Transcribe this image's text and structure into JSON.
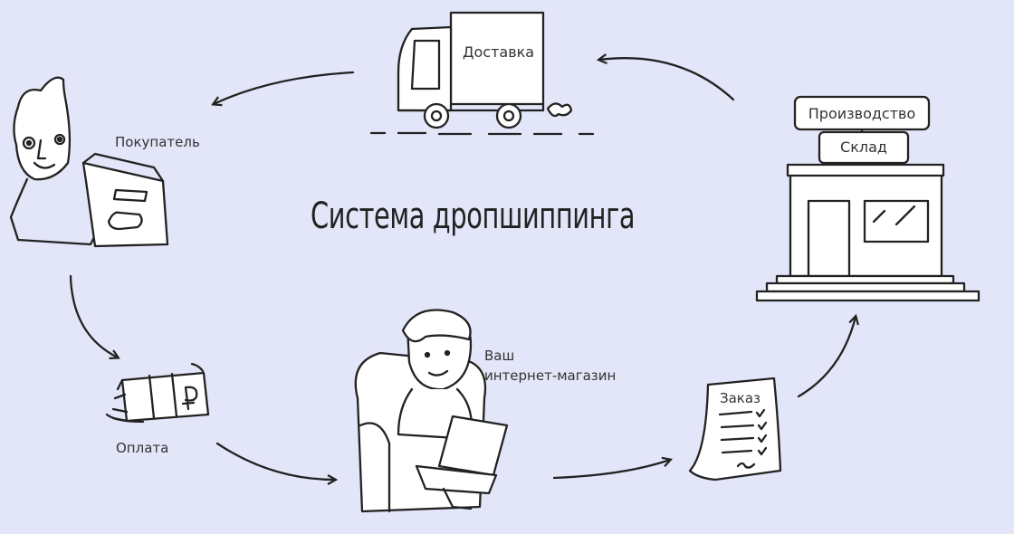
{
  "title": "Система дропшиппинга",
  "nodes": {
    "delivery": "Доставка",
    "buyer": "Покупатель",
    "payment": "Оплата",
    "shop_line1": "Ваш",
    "shop_line2": "интернет-магазин",
    "order": "Заказ",
    "production": "Производство",
    "warehouse": "Склад"
  },
  "colors": {
    "background": "#e3e6f8",
    "ink": "#222222",
    "fill": "#ffffff"
  }
}
